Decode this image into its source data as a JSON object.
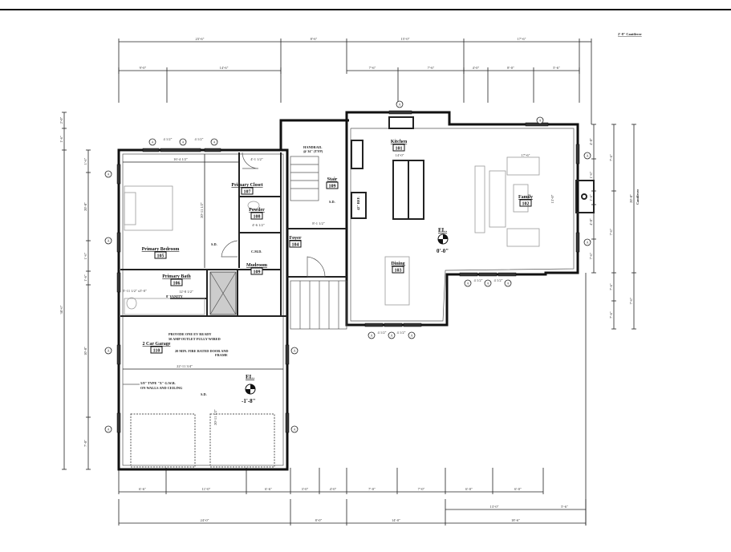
{
  "plan": {
    "rooms": [
      {
        "name": "Kitchen",
        "number": "101"
      },
      {
        "name": "Family",
        "number": "102"
      },
      {
        "name": "Dining",
        "number": "103"
      },
      {
        "name": "Foyer",
        "number": "104"
      },
      {
        "name": "Primary Bedroom",
        "number": "105"
      },
      {
        "name": "Primary Bath",
        "number": "106"
      },
      {
        "name": "Primary Closet",
        "number": "107"
      },
      {
        "name": "Powder",
        "number": "108"
      },
      {
        "name": "Mudroom",
        "number": "109"
      },
      {
        "name": "2 Car Garage",
        "number": "110"
      },
      {
        "name": "Stair",
        "number": "109"
      }
    ],
    "notes": {
      "handrail": [
        "HANDRAIL",
        "@ 34\" (TYP)"
      ],
      "ev": [
        "PROVIDE ONE EV READY",
        "50 AMP OUTLET FULLY WIRED"
      ],
      "fire_door": [
        "20 MIN. FIRE RATED DOOR AND",
        "FRAME"
      ],
      "gwb": [
        "5/8\" TYPE \"X\" G.W.B.",
        "ON WALLS AND CEILING"
      ],
      "vanity": "8' VANITY",
      "cantilever": "2'-8\" Cantilever",
      "cantilever_side": "Cantilever",
      "sd": "S.D.",
      "cmd": "C.M.D.",
      "fridge": "42\" REF."
    },
    "elevations": [
      {
        "label": "EL.",
        "value": "0'-0\""
      },
      {
        "label": "EL.",
        "value": "-1'-8\""
      }
    ],
    "window_tag": "A",
    "window_spacing": "4 1/2\"",
    "interior_dims": [
      "16'-4 1/2\"",
      "4'-1 1/2\"",
      "20'-11 1/2\"",
      "14'-0\"",
      "17'-6\"",
      "13'-0\"",
      "22'-11 3/4\"",
      "20'-11 1/2\"",
      "8'-1 1/2\"",
      "4'-6 1/2\"",
      "12'-8 1/2\"",
      "5'-11 1/2\" x5'-0\""
    ],
    "dimensions": {
      "top_overall": [
        "23'-6\"",
        "8'-6\"",
        "15'-0\"",
        "17'-6\""
      ],
      "top_detail": [
        "9'-0\"",
        "14'-6\"",
        "7'-6\"",
        "7'-6\"",
        "4'-0\"",
        "8'-0\"",
        "5'-6\""
      ],
      "bottom_detail": [
        "6'-6\"",
        "11'-0\"",
        "6'-6\"",
        "3'-0\"",
        "4'-0\"",
        "7'-0\"",
        "7'-0\"",
        "6'-0\"",
        "6'-0\""
      ],
      "bottom_mid": [
        "13'-0\"",
        "5'-6\""
      ],
      "bottom_overall": [
        "24'-0\"",
        "8'-0\"",
        "14'-0\"",
        "18'-6\""
      ],
      "left_overall": [
        "2'-0\"",
        "1'-6\"",
        "38'-6\""
      ],
      "left_detail": [
        "1'-6\"",
        "20'-0\"",
        "1'-6\"",
        "1'-6\"",
        "10'-0\"",
        "7'-0\""
      ],
      "right_detail": [
        "4'-0\"",
        "1'-6\"",
        "1'-6\"",
        "4'-0\"",
        "7'-6\""
      ],
      "right_overall": [
        "7'-6\"",
        "7'-6\"",
        "7'-6\"",
        "7'-6\""
      ],
      "right_total": [
        "20'-0\"",
        "7'-6\""
      ]
    }
  }
}
